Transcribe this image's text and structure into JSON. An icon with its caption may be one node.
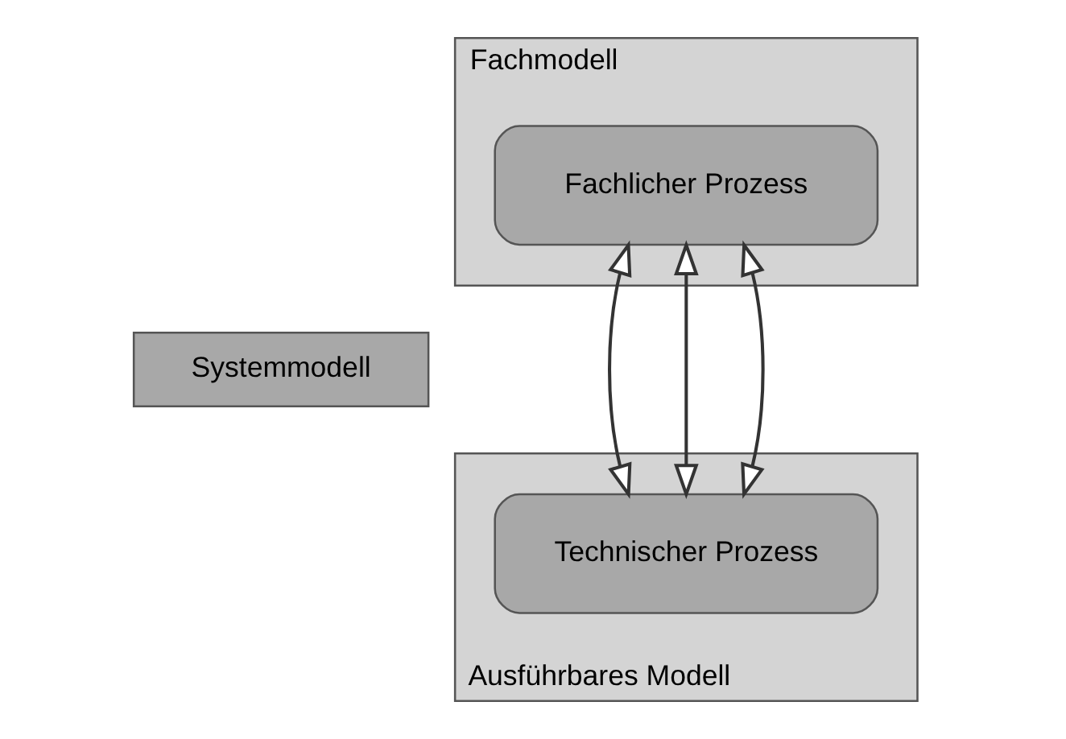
{
  "diagram": {
    "nodes": [
      {
        "text": [
          "Fachmodell"
        ]
      },
      {
        "text": [
          "Fachlicher Prozess"
        ],
        "in": 0
      },
      {
        "text": [
          "Systemmodell"
        ]
      },
      {
        "text": [
          "Ausführbares Modell"
        ]
      },
      {
        "text": [
          "Technischer Prozess"
        ],
        "in": 3
      }
    ],
    "edges": [
      {
        "from": 1,
        "to": 4,
        "arrow": "both"
      },
      {
        "from": 1,
        "to": 4,
        "arrow": "both"
      },
      {
        "from": 1,
        "to": 4,
        "arrow": "both"
      }
    ]
  }
}
